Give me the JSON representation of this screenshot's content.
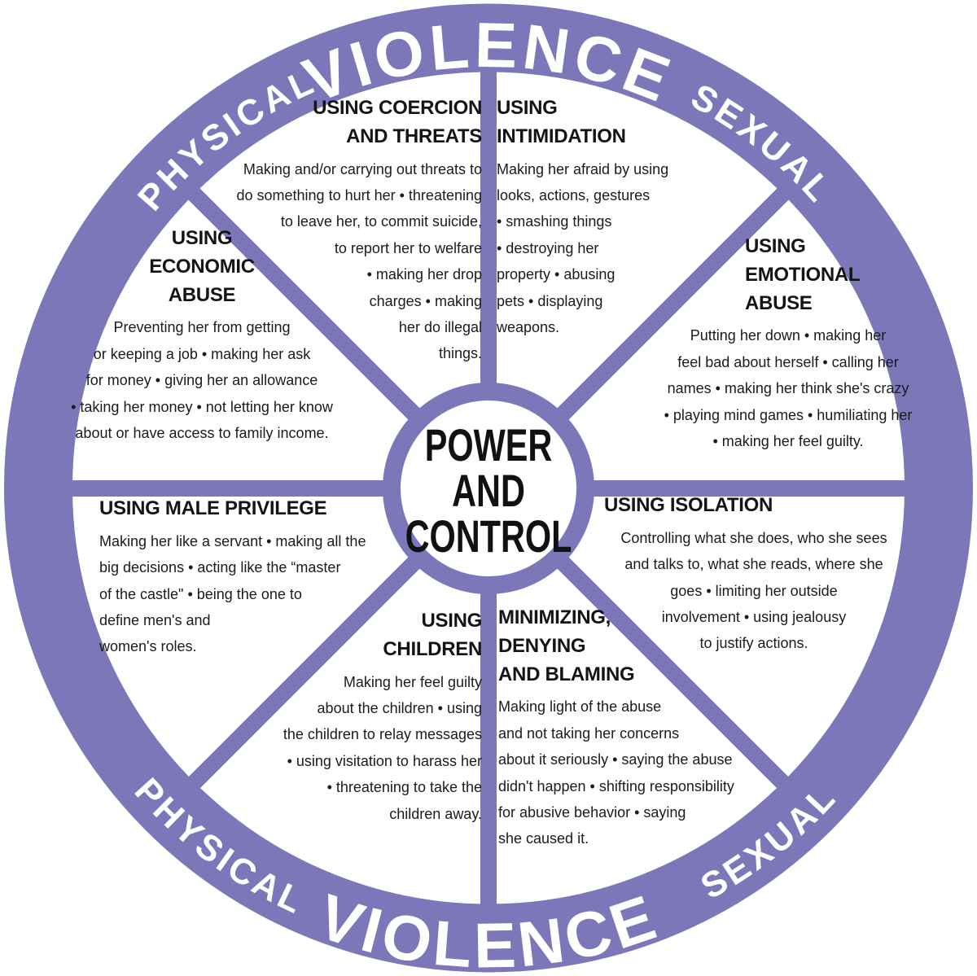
{
  "colors": {
    "ring_purple": "#7b77b9",
    "text_black": "#141414",
    "background": "#ffffff",
    "ring_text_white": "#ffffff"
  },
  "center_label": [
    "POWER",
    "AND",
    "CONTROL"
  ],
  "ring_labels": {
    "top_left": "PHYSICAL",
    "top_center": "VIOLENCE",
    "top_right": "SEXUAL",
    "bottom_left": "PHYSICAL",
    "bottom_center": "VIOLENCE",
    "bottom_right": "SEXUAL"
  },
  "sections": [
    {
      "id": "using-coercion-and-threats",
      "title": [
        "USING COERCION",
        "AND THREATS"
      ],
      "body": [
        "Making and/or carrying out threats to",
        "do something to hurt her • threatening",
        "to leave her, to commit suicide,",
        "to report her to welfare",
        "• making her drop",
        "charges • making",
        "her do illegal",
        "things."
      ]
    },
    {
      "id": "using-intimidation",
      "title": [
        "USING",
        "INTIMIDATION"
      ],
      "body": [
        "Making her afraid by using",
        "looks, actions, gestures",
        "• smashing things",
        "• destroying her",
        "property • abusing",
        "pets • displaying",
        "weapons."
      ]
    },
    {
      "id": "using-emotional-abuse",
      "title": [
        "USING",
        "EMOTIONAL",
        "ABUSE"
      ],
      "body": [
        "Putting her down • making her",
        "feel bad about herself • calling her",
        "names • making her think she's crazy",
        "• playing mind games • humiliating her",
        "• making her feel guilty."
      ]
    },
    {
      "id": "using-isolation",
      "title": [
        "USING ISOLATION"
      ],
      "body": [
        "Controlling what she does, who she sees",
        "and talks to, what she reads, where she",
        "goes • limiting her outside",
        "involvement • using jealousy",
        "to justify actions."
      ]
    },
    {
      "id": "minimizing-denying-and-blaming",
      "title": [
        "MINIMIZING,",
        "DENYING",
        "AND BLAMING"
      ],
      "body": [
        "Making light of the abuse",
        "and not taking her concerns",
        "about it seriously • saying the abuse",
        "didn't happen • shifting responsibility",
        "for abusive behavior • saying",
        "she caused it."
      ]
    },
    {
      "id": "using-children",
      "title": [
        "USING",
        "CHILDREN"
      ],
      "body": [
        "Making her feel guilty",
        "about the children • using",
        "the children to relay messages",
        "• using visitation to harass her",
        "• threatening to take the",
        "children away."
      ]
    },
    {
      "id": "using-male-privilege",
      "title": [
        "USING MALE PRIVILEGE"
      ],
      "body": [
        "Making her like a servant • making all the",
        "big decisions • acting like the “master",
        "of the castle\" • being the one to",
        "define men's and",
        "women's roles."
      ]
    },
    {
      "id": "using-economic-abuse",
      "title": [
        "USING",
        "ECONOMIC",
        "ABUSE"
      ],
      "body": [
        "Preventing her from getting",
        "or keeping a job • making her ask",
        "for money • giving her an allowance",
        "• taking her money • not letting her know",
        "about or have access to family income."
      ]
    }
  ]
}
